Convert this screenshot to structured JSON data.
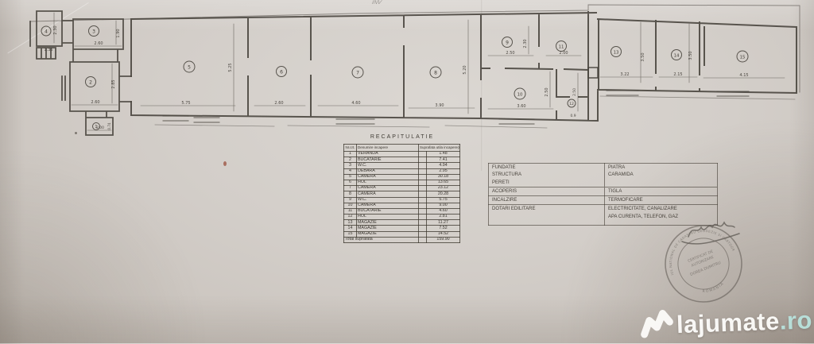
{
  "note": "INV",
  "plan": {
    "rooms": [
      "1",
      "2",
      "3",
      "4",
      "5",
      "6",
      "7",
      "8",
      "9",
      "10",
      "11",
      "12",
      "13",
      "14",
      "15"
    ],
    "dims": {
      "d1_w": "2.00",
      "d1_h": "0.74",
      "d2_w": "2.60",
      "d2_h": "2.85",
      "d3_w": "2.60",
      "d3_h": "1.90",
      "d4_w": "1.36",
      "d4_h": "2.30",
      "d5_w": "5.75",
      "d5_h": "5.25",
      "d6_w": "2.60",
      "d7_w": "4.60",
      "d8_w": "3.90",
      "d8_h": "5.20",
      "d9_w": "2.50",
      "d9_h": "2.30",
      "d10_w": "3.60",
      "d10_h": "2.50",
      "d11_w": "2.00",
      "d12_w": "0.9",
      "d12_h": "2.50",
      "d13_w": "3.22",
      "d13_h": "3.50",
      "d14_w": "2.15",
      "d14_h": "3.50",
      "d15_w": "4.15"
    }
  },
  "recap": {
    "title": "RECAPITULATIE",
    "col_nr": "Nr.crt.",
    "col_name": "Denumire incapere",
    "col_area": "Suprafata utila incapere(mp)",
    "rows": [
      [
        "1",
        "VERANDA",
        "1.48"
      ],
      [
        "2",
        "BUCATARIE",
        "7.41"
      ],
      [
        "3",
        "W.C.",
        "4.94"
      ],
      [
        "4",
        "DEBARA",
        "2.95"
      ],
      [
        "5",
        "CAMERA",
        "30.18"
      ],
      [
        "6",
        "HOL",
        "13.65"
      ],
      [
        "7",
        "CAMERA",
        "23.12"
      ],
      [
        "8",
        "CAMERA",
        "20.28"
      ],
      [
        "9",
        "W.C.",
        "5.75"
      ],
      [
        "10",
        "CAMERA",
        "9.00"
      ],
      [
        "11",
        "BUCATARIE",
        "4.60"
      ],
      [
        "12",
        "HOL",
        "2.81"
      ],
      [
        "13",
        "MAGAZIE",
        "11.27"
      ],
      [
        "14",
        "MAGAZIE",
        "7.52"
      ],
      [
        "15",
        "MAGAZIE",
        "14.52"
      ]
    ],
    "total_label": "Total suprafata",
    "total_value": "159.90"
  },
  "spec": {
    "group1_labels": [
      "FUNDATIE",
      "STRUCTURA",
      "PERETI"
    ],
    "group1_values": [
      "PIATRA",
      "CARAMIDA"
    ],
    "acoperis_label": "ACOPERIS",
    "acoperis_value": "TIGLA",
    "incalzire_label": "INCALZIRE",
    "incalzire_value": "TERMOFICARE",
    "dotari_label": "DOTARI EDILITARE",
    "dotari_value1": "ELECTRICITATE, CANALIZARE",
    "dotari_value2": "APA CURENTA, TELEFON, GAZ"
  },
  "stamp": {
    "ring_top": "OFICIUL NATIONAL DE CADASTRU GEODEZIE SI CARTOGRAFIE",
    "ring_bottom": "ROMANIA",
    "line1": "CERTIFICAT DE",
    "line2": "AUTORIZARE",
    "line3": "DOREA DUMITRU"
  },
  "watermark": {
    "brand": "lajumate",
    "tld": ".ro",
    "tld_color": "#b9e2dc"
  }
}
